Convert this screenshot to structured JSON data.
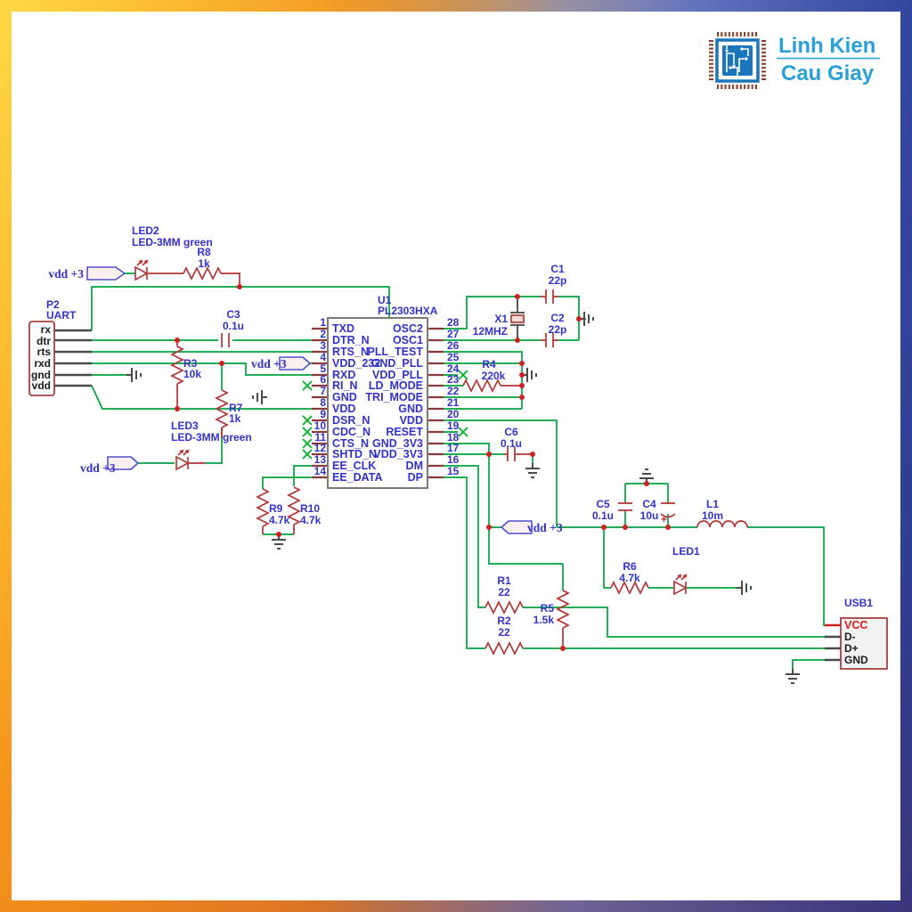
{
  "logo": {
    "line1": "Linh Kien",
    "line2": "Cau Giay"
  },
  "u1": {
    "ref": "U1",
    "part": "PL2303HXA",
    "left_pins": [
      {
        "num": "1",
        "name": "TXD"
      },
      {
        "num": "2",
        "name": "DTR_N"
      },
      {
        "num": "3",
        "name": "RTS_N"
      },
      {
        "num": "4",
        "name": "VDD_232"
      },
      {
        "num": "5",
        "name": "RXD"
      },
      {
        "num": "6",
        "name": "RI_N"
      },
      {
        "num": "7",
        "name": "GND"
      },
      {
        "num": "8",
        "name": "VDD"
      },
      {
        "num": "9",
        "name": "DSR_N"
      },
      {
        "num": "10",
        "name": "CDC_N"
      },
      {
        "num": "11",
        "name": "CTS_N"
      },
      {
        "num": "12",
        "name": "SHTD_N"
      },
      {
        "num": "13",
        "name": "EE_CLK"
      },
      {
        "num": "14",
        "name": "EE_DATA"
      }
    ],
    "right_pins": [
      {
        "num": "28",
        "name": "OSC2"
      },
      {
        "num": "27",
        "name": "OSC1"
      },
      {
        "num": "26",
        "name": "PLL_TEST"
      },
      {
        "num": "25",
        "name": "GND_PLL"
      },
      {
        "num": "24",
        "name": "VDD_PLL"
      },
      {
        "num": "23",
        "name": "LD_MODE"
      },
      {
        "num": "22",
        "name": "TRI_MODE"
      },
      {
        "num": "21",
        "name": "GND"
      },
      {
        "num": "20",
        "name": "VDD"
      },
      {
        "num": "19",
        "name": "RESET"
      },
      {
        "num": "18",
        "name": "GND_3V3"
      },
      {
        "num": "17",
        "name": "VDD_3V3"
      },
      {
        "num": "16",
        "name": "DM"
      },
      {
        "num": "15",
        "name": "DP"
      }
    ]
  },
  "p2": {
    "ref": "P2",
    "name": "UART",
    "pins": [
      "rx",
      "dtr",
      "rts",
      "rxd",
      "gnd",
      "vdd"
    ]
  },
  "usb1": {
    "ref": "USB1",
    "pins": [
      "VCC",
      "D-",
      "D+",
      "GND"
    ]
  },
  "flags": {
    "f1": "vdd +3",
    "f2": "vdd +3",
    "f3": "vdd +3",
    "f4": "vdd +3"
  },
  "comp": {
    "led1": {
      "r": "LED1"
    },
    "led2": {
      "r": "LED2",
      "v": "LED-3MM green"
    },
    "led3": {
      "r": "LED3",
      "v": "LED-3MM green"
    },
    "r1": {
      "r": "R1",
      "v": "22"
    },
    "r2": {
      "r": "R2",
      "v": "22"
    },
    "r3": {
      "r": "R3",
      "v": "10k"
    },
    "r4": {
      "r": "R4",
      "v": "220k"
    },
    "r5": {
      "r": "R5",
      "v": "1.5k"
    },
    "r6": {
      "r": "R6",
      "v": "4.7k"
    },
    "r7": {
      "r": "R7",
      "v": "1k"
    },
    "r8": {
      "r": "R8",
      "v": "1k"
    },
    "r9": {
      "r": "R9",
      "v": "4.7k"
    },
    "r10": {
      "r": "R10",
      "v": "4.7k"
    },
    "c1": {
      "r": "C1",
      "v": "22p"
    },
    "c2": {
      "r": "C2",
      "v": "22p"
    },
    "c3": {
      "r": "C3",
      "v": "0.1u"
    },
    "c4": {
      "r": "C4",
      "v": "10u",
      "plus": "+"
    },
    "c5": {
      "r": "C5",
      "v": "0.1u"
    },
    "c6": {
      "r": "C6",
      "v": "0.1u"
    },
    "l1": {
      "r": "L1",
      "v": "10m"
    },
    "x1": {
      "r": "X1",
      "v": "12MHZ"
    }
  },
  "colors": {
    "wire": "#00A43C",
    "part": "#B23434",
    "label": "#3232CC",
    "junction": "#D02020",
    "logo_blue": "#2B9FD9"
  }
}
